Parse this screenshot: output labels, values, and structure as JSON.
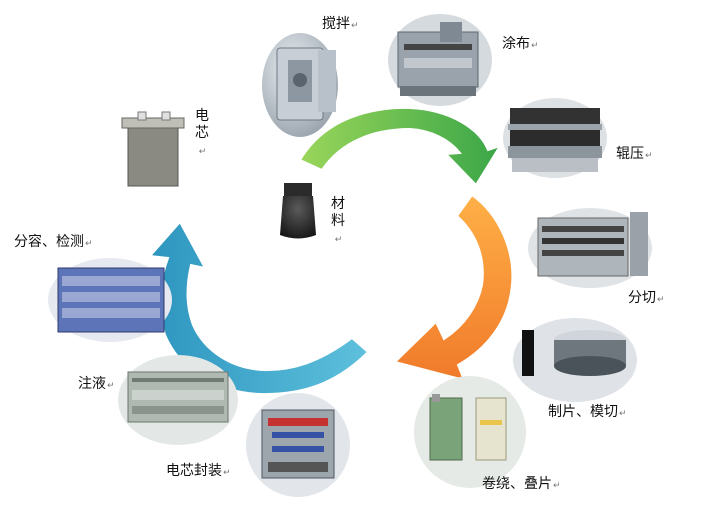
{
  "steps": {
    "mixing": "搅拌",
    "coating": "涂布",
    "rolling": "辊压",
    "slitting": "分切",
    "tab_die_cut": "制片、模切",
    "winding_stacking": "卷绕、叠片",
    "cell_packaging": "电芯封装",
    "electrolyte_filling": "注液",
    "formation_testing": "分容、检测",
    "cell": "电芯"
  },
  "center_label": "材料",
  "paragraph_mark": "↵",
  "colors": {
    "green_arrow": "#6cc04a",
    "orange_arrow": "#f7913a",
    "blue_arrow": "#44a8cc"
  }
}
